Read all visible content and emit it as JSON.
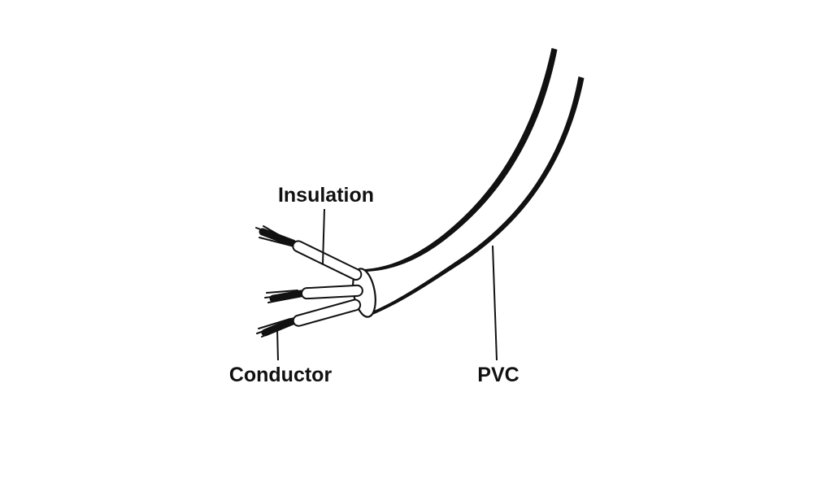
{
  "diagram": {
    "labels": {
      "insulation": "Insulation",
      "conductor": "Conductor",
      "pvc": "PVC"
    },
    "colors": {
      "ink": "#111111",
      "background": "#ffffff"
    }
  }
}
